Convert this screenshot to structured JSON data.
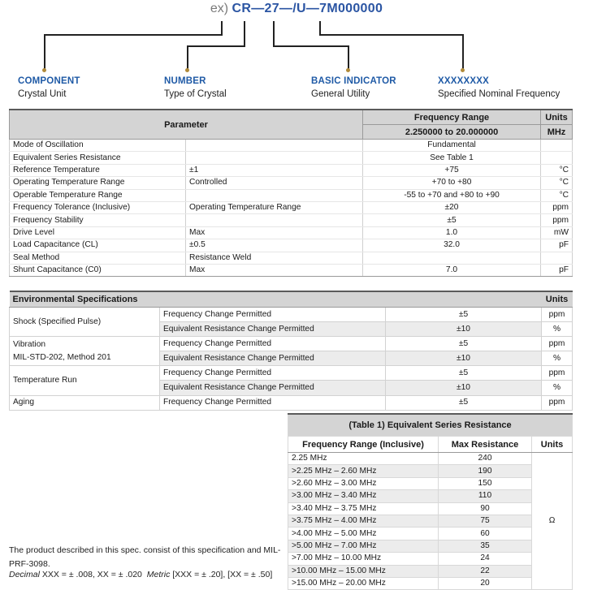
{
  "part_number": {
    "prefix": "ex)",
    "value": "CR—27—/U—7M000000"
  },
  "legend": [
    {
      "title": "COMPONENT",
      "value": "Crystal Unit"
    },
    {
      "title": "NUMBER",
      "value": "Type of Crystal"
    },
    {
      "title": "BASIC INDICATOR",
      "value": "General Utility"
    },
    {
      "title": "XXXXXXXX",
      "value": "Specified Nominal Frequency"
    }
  ],
  "param_table": {
    "header_parameter": "Parameter",
    "header_freq_range": "Frequency Range",
    "header_freq_values": "2.250000 to 20.000000",
    "header_units": "Units",
    "header_units_sub": "MHz",
    "rows": [
      {
        "name": "Mode of Oscillation",
        "condition": "",
        "value": "Fundamental",
        "unit": ""
      },
      {
        "name": "Equivalent Series Resistance",
        "condition": "",
        "value": "See Table 1",
        "unit": ""
      },
      {
        "name": "Reference Temperature",
        "condition": "±1",
        "value": "+75",
        "unit": "°C"
      },
      {
        "name": "Operating Temperature Range",
        "condition": "Controlled",
        "value": "+70 to +80",
        "unit": "°C"
      },
      {
        "name": "Operable Temperature Range",
        "condition": "",
        "value": "-55 to +70 and +80 to +90",
        "unit": "°C"
      },
      {
        "name": "Frequency Tolerance (Inclusive)",
        "condition": "Operating Temperature Range",
        "value": "±20",
        "unit": "ppm"
      },
      {
        "name": "Frequency Stability",
        "condition": "",
        "value": "±5",
        "unit": "ppm"
      },
      {
        "name": "Drive Level",
        "condition": "Max",
        "value": "1.0",
        "unit": "mW"
      },
      {
        "name": "Load Capacitance (CL)",
        "condition": "±0.5",
        "value": "32.0",
        "unit": "pF"
      },
      {
        "name": "Seal Method",
        "condition": "Resistance Weld",
        "value": "",
        "unit": ""
      },
      {
        "name": "Shunt Capacitance (C0)",
        "condition": "Max",
        "value": "7.0",
        "unit": "pF"
      }
    ]
  },
  "env_table": {
    "header": "Environmental Specifications",
    "header_units": "Units",
    "groups": [
      {
        "name": "Shock (Specified Pulse)",
        "rows": [
          {
            "param": "Frequency Change Permitted",
            "value": "±5",
            "unit": "ppm"
          },
          {
            "param": "Equivalent Resistance Change Permitted",
            "value": "±10",
            "unit": "%"
          }
        ]
      },
      {
        "name": "Vibration",
        "name2": "MIL-STD-202, Method 201",
        "rows": [
          {
            "param": "Frequency Change Permitted",
            "value": "±5",
            "unit": "ppm"
          },
          {
            "param": "Equivalent Resistance Change Permitted",
            "value": "±10",
            "unit": "%"
          }
        ]
      },
      {
        "name": "Temperature Run",
        "rows": [
          {
            "param": "Frequency Change Permitted",
            "value": "±5",
            "unit": "ppm"
          },
          {
            "param": "Equivalent Resistance Change Permitted",
            "value": "±10",
            "unit": "%"
          }
        ]
      },
      {
        "name": "Aging",
        "rows": [
          {
            "param": "Frequency Change Permitted",
            "value": "±5",
            "unit": "ppm"
          }
        ]
      }
    ]
  },
  "esr_table": {
    "title": "(Table 1) Equivalent Series Resistance",
    "col_range": "Frequency Range (Inclusive)",
    "col_max": "Max Resistance",
    "col_units": "Units",
    "unit": "Ω",
    "rows": [
      {
        "range": "2.25 MHz",
        "max": "240"
      },
      {
        "range": ">2.25 MHz – 2.60 MHz",
        "max": "190"
      },
      {
        "range": ">2.60 MHz – 3.00 MHz",
        "max": "150"
      },
      {
        "range": ">3.00 MHz – 3.40 MHz",
        "max": "110"
      },
      {
        "range": ">3.40 MHz – 3.75 MHz",
        "max": "90"
      },
      {
        "range": ">3.75 MHz – 4.00 MHz",
        "max": "75"
      },
      {
        "range": ">4.00 MHz – 5.00 MHz",
        "max": "60"
      },
      {
        "range": ">5.00 MHz – 7.00 MHz",
        "max": "35"
      },
      {
        "range": ">7.00 MHz – 10.00 MHz",
        "max": "24"
      },
      {
        "range": ">10.00 MHz – 15.00 MHz",
        "max": "22"
      },
      {
        "range": ">15.00 MHz – 20.00 MHz",
        "max": "20"
      }
    ]
  },
  "footnote": "The product described in this spec. consist of this specification and MIL-PRF-3098.",
  "tolerance": {
    "decimal_label": "Decimal",
    "decimal_text": "XXX = ± .008, XX = ± .020",
    "metric_label": "Metric",
    "metric_text": "[XXX = ± .20], [XX = ± .50]"
  }
}
